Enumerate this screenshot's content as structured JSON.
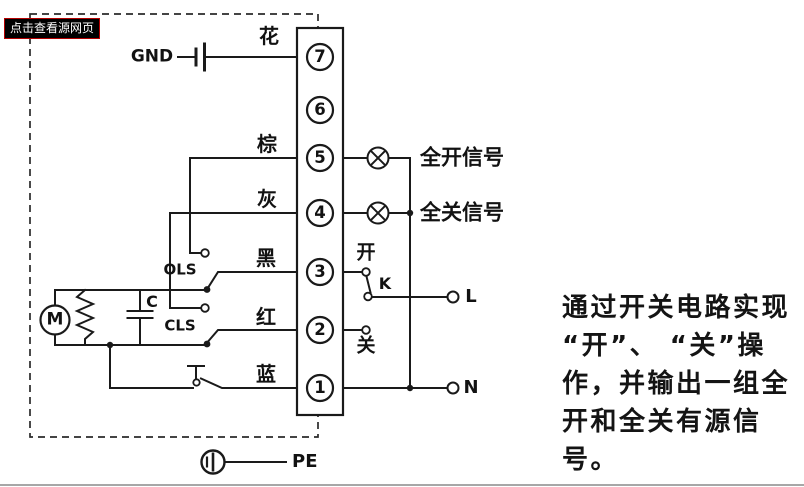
{
  "badge": {
    "label": "点击查看源网页"
  },
  "terminals": [
    {
      "number": "7"
    },
    {
      "number": "6"
    },
    {
      "number": "5"
    },
    {
      "number": "4"
    },
    {
      "number": "3"
    },
    {
      "number": "2"
    },
    {
      "number": "1"
    }
  ],
  "wire_labels": {
    "terminal7": "花",
    "terminal5": "棕",
    "terminal4": "灰",
    "terminal3": "黑",
    "terminal2": "红",
    "terminal1": "蓝"
  },
  "component_labels": {
    "ground": "GND",
    "open_limit_switch": "OLS",
    "close_limit_switch": "CLS",
    "capacitor": "C",
    "motor": "M",
    "open_contact": "开",
    "close_contact": "关",
    "switch": "K",
    "live": "L",
    "neutral": "N",
    "protective_earth": "PE"
  },
  "signal_labels": {
    "full_open": "全开信号",
    "full_close": "全关信号"
  },
  "side_note": {
    "text": "通过开关电路实现\n“开”、 “关”操\n作，并输出一组全\n开和全关有源信号。"
  }
}
